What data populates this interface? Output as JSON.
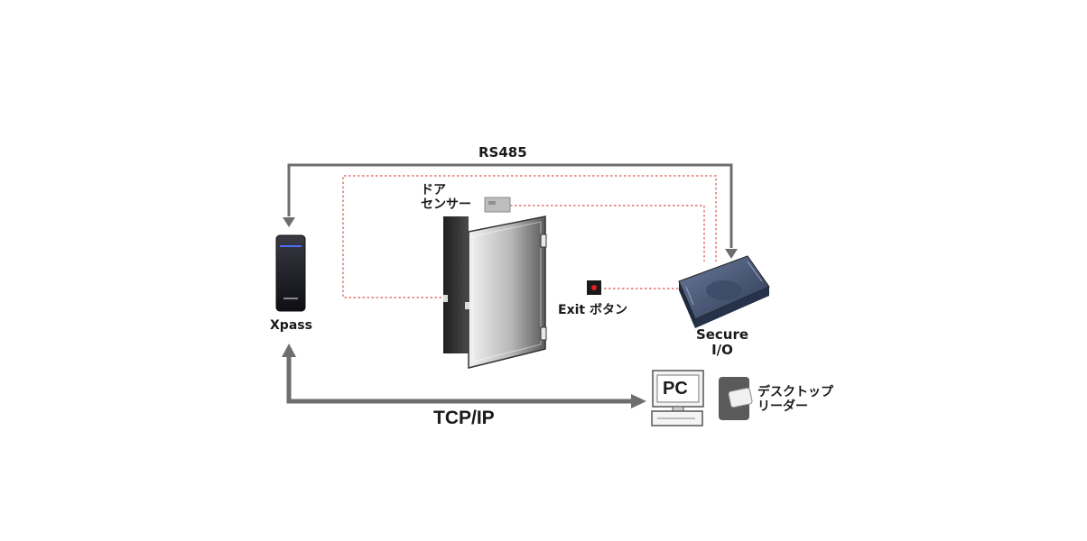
{
  "diagram": {
    "labels": {
      "rs485": "RS485",
      "tcpip": "TCP/IP",
      "xpass": "Xpass",
      "door_sensor_line1": "ドア",
      "door_sensor_line2": "センサー",
      "exit_button": "Exit ボタン",
      "secure_io_line1": "Secure",
      "secure_io_line2": "I/O",
      "pc": "PC",
      "desktop_reader_line1": "デスクトップ",
      "desktop_reader_line2": "リーダー"
    },
    "colors": {
      "connection_arrow": "#6e6e6e",
      "wiring_dotted": "#d9534f",
      "exit_button_led": "#e02020",
      "secure_io_body": "#4a5a7a"
    }
  }
}
